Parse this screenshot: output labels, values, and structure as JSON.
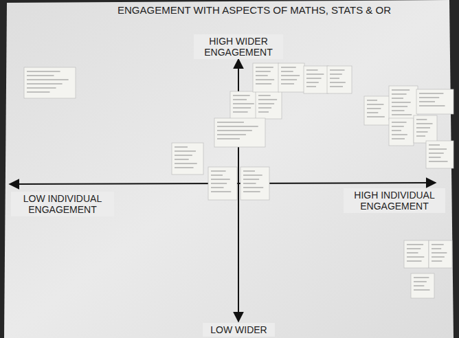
{
  "diagram": {
    "title": "ENGAGEMENT WITH ASPECTS OF MATHS, STATS & OR",
    "labels": [
      "HIGH WIDER ENGAGEMENT",
      "LOW INDIVIDUAL ENGAGEMENT",
      "HIGH INDIVIDUAL ENGAGEMENT",
      "LOW WIDER"
    ]
  }
}
